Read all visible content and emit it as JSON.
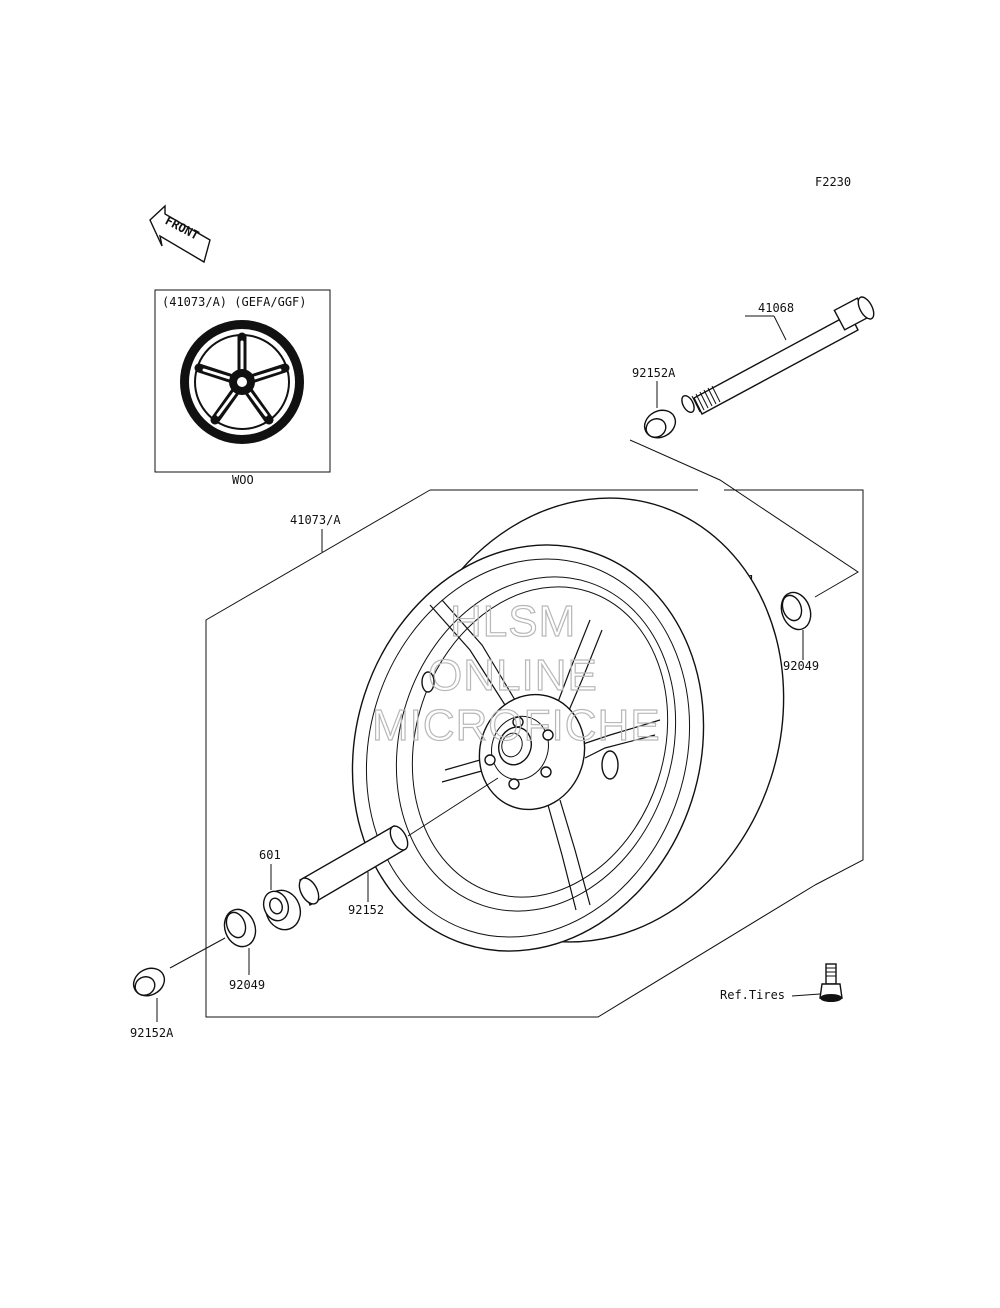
{
  "diagram_code": "F2230",
  "front_arrow": {
    "label": "FRONT"
  },
  "inset": {
    "caption": "(41073/A) (GEFA/GGF)",
    "footer": "WOO"
  },
  "watermark": [
    "HLSM",
    "ONLINE",
    "MICROFICHE"
  ],
  "parts": {
    "axle": "41068",
    "collar_right": "92152A",
    "bearing_right": "601",
    "seal_right": "92049",
    "wheel_assy": "41073/A",
    "bearing_left": "601",
    "sleeve": "92152",
    "seal_left": "92049",
    "collar_left": "92152A",
    "valve": "Ref.Tires"
  },
  "colors": {
    "line": "#111111",
    "watermark": "#b8b8b8",
    "background": "#ffffff"
  }
}
